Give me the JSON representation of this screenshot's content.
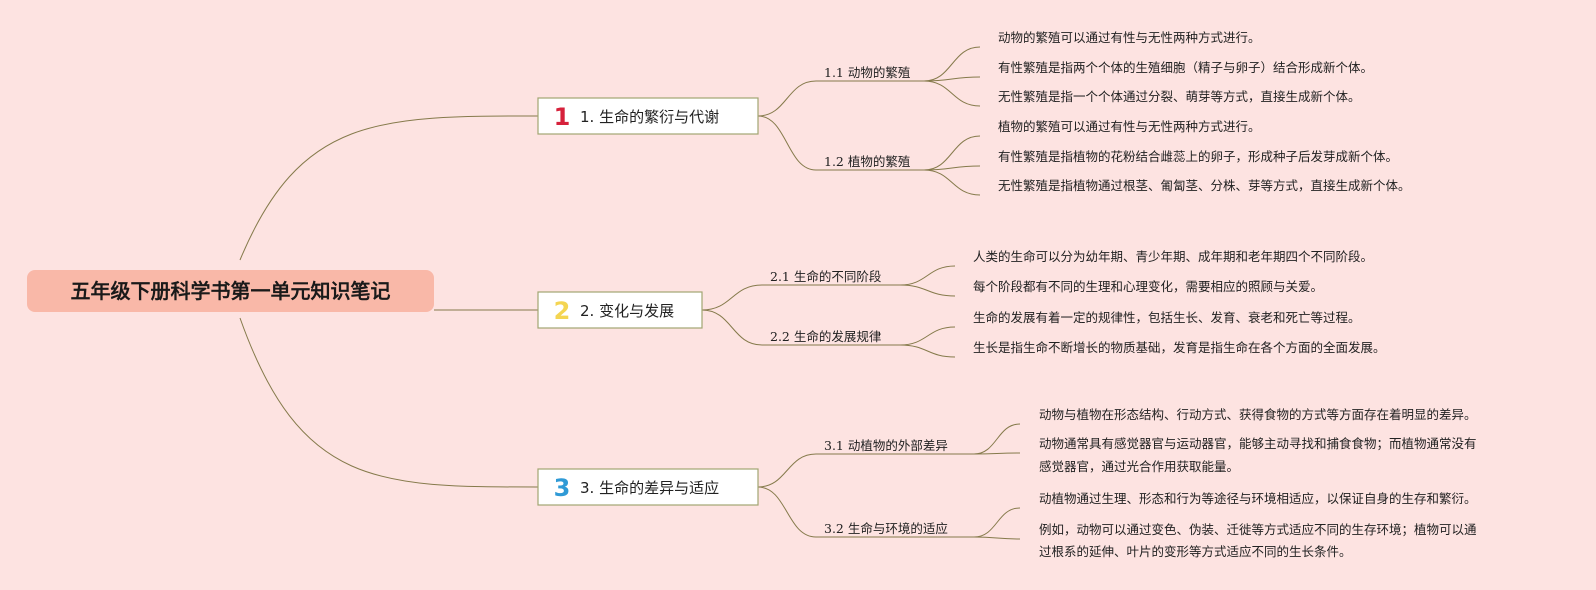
{
  "root": {
    "label": "五年级下册科学书第一单元知识笔记",
    "color": "#f9b8a8"
  },
  "branches": [
    {
      "badge": "1",
      "badge_color": "#d6213b",
      "label": "1. 生命的繁衍与代谢",
      "subs": [
        {
          "label": "1.1 动物的繁殖",
          "notes": [
            [
              "动物的繁殖可以通过有性与无性两种方式进行。"
            ],
            [
              "有性繁殖是指两个个体的生殖细胞（精子与卵子）结合形成新个体。"
            ],
            [
              "无性繁殖是指一个个体通过分裂、萌芽等方式，直接生成新个体。"
            ]
          ]
        },
        {
          "label": "1.2 植物的繁殖",
          "notes": [
            [
              "植物的繁殖可以通过有性与无性两种方式进行。"
            ],
            [
              "有性繁殖是指植物的花粉结合雌蕊上的卵子，形成种子后发芽成新个体。"
            ],
            [
              "无性繁殖是指植物通过根茎、匍匐茎、分株、芽等方式，直接生成新个体。"
            ]
          ]
        }
      ]
    },
    {
      "badge": "2",
      "badge_color": "#f4d552",
      "label": "2. 变化与发展",
      "subs": [
        {
          "label": "2.1 生命的不同阶段",
          "notes": [
            [
              "人类的生命可以分为幼年期、青少年期、成年期和老年期四个不同阶段。"
            ],
            [
              "每个阶段都有不同的生理和心理变化，需要相应的照顾与关爱。"
            ]
          ]
        },
        {
          "label": "2.2 生命的发展规律",
          "notes": [
            [
              "生命的发展有着一定的规律性，包括生长、发育、衰老和死亡等过程。"
            ],
            [
              "生长是指生命不断增长的物质基础，发育是指生命在各个方面的全面发展。"
            ]
          ]
        }
      ]
    },
    {
      "badge": "3",
      "badge_color": "#2f9ad6",
      "label": "3. 生命的差异与适应",
      "subs": [
        {
          "label": "3.1 动植物的外部差异",
          "notes": [
            [
              "动物与植物在形态结构、行动方式、获得食物的方式等方面存在着明显的差异。"
            ],
            [
              "动物通常具有感觉器官与运动器官，能够主动寻找和捕食食物；而植物通常没有",
              "感觉器官，通过光合作用获取能量。"
            ]
          ]
        },
        {
          "label": "3.2 生命与环境的适应",
          "notes": [
            [
              "动植物通过生理、形态和行为等途径与环境相适应，以保证自身的生存和繁衍。"
            ],
            [
              "例如，动物可以通过变色、伪装、迁徙等方式适应不同的生存环境；植物可以通",
              "过根系的延伸、叶片的变形等方式适应不同的生长条件。"
            ]
          ]
        }
      ]
    }
  ]
}
